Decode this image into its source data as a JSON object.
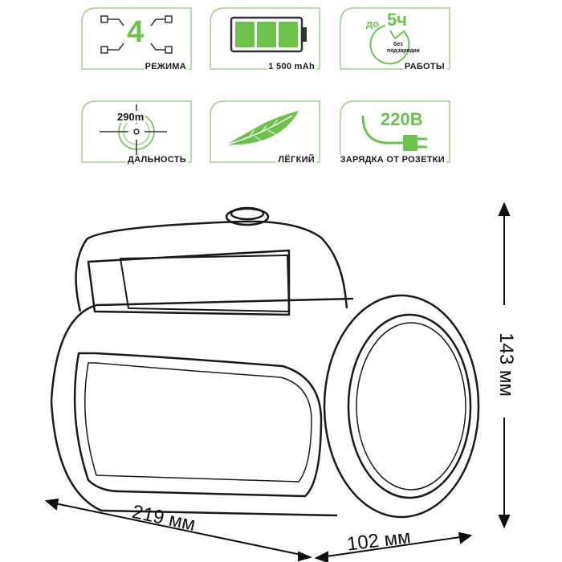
{
  "features": {
    "modes": {
      "number": "4",
      "caption": "РЕЖИМА"
    },
    "battery": {
      "caption": "1 500 mAh"
    },
    "runtime": {
      "prefix": "до",
      "hours": "5ч",
      "note_line1": "без",
      "note_line2": "подзарядки",
      "caption": "РАБОТЫ"
    },
    "range": {
      "value": "290m",
      "caption": "ДАЛЬНОСТЬ"
    },
    "weight": {
      "caption": "ЛЁГКИЙ"
    },
    "charging": {
      "voltage": "220В",
      "caption": "ЗАРЯДКА ОТ РОЗЕТКИ"
    }
  },
  "dimensions": {
    "height": "143 мм",
    "length": "219 мм",
    "width": "102 мм"
  },
  "colors": {
    "accent": "#6cc24a",
    "frame": "#9ed08a",
    "ink": "#1a1a1a"
  },
  "icons": [
    "modes-icon",
    "battery-icon",
    "clock-icon",
    "crosshair-icon",
    "feather-icon",
    "plug-icon"
  ]
}
